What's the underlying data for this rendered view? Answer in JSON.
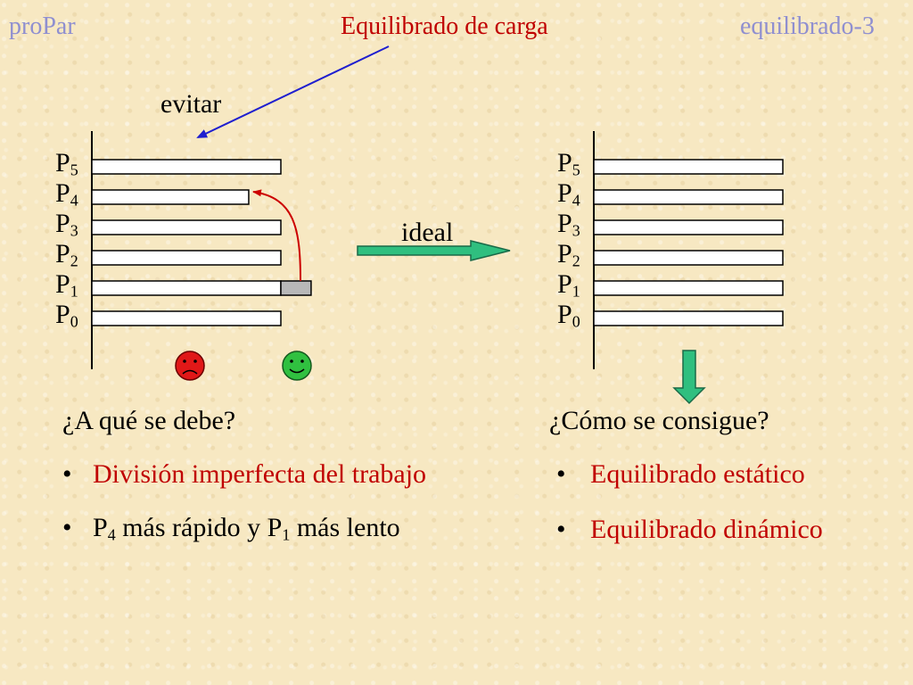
{
  "header": {
    "left": "proPar",
    "center": "Equilibrado de carga",
    "right": "equilibrado-3"
  },
  "diagram": {
    "avoid_label": "evitar",
    "ideal_label": "ideal",
    "left_processors": [
      {
        "base": "P",
        "sub": "5",
        "load": 1.0
      },
      {
        "base": "P",
        "sub": "4",
        "load": 0.83
      },
      {
        "base": "P",
        "sub": "3",
        "load": 1.0
      },
      {
        "base": "P",
        "sub": "2",
        "load": 1.0
      },
      {
        "base": "P",
        "sub": "1",
        "load": 1.16
      },
      {
        "base": "P",
        "sub": "0",
        "load": 1.0
      }
    ],
    "right_processors": [
      {
        "base": "P",
        "sub": "5",
        "load": 1.0
      },
      {
        "base": "P",
        "sub": "4",
        "load": 1.0
      },
      {
        "base": "P",
        "sub": "3",
        "load": 1.0
      },
      {
        "base": "P",
        "sub": "2",
        "load": 1.0
      },
      {
        "base": "P",
        "sub": "1",
        "load": 1.0
      },
      {
        "base": "P",
        "sub": "0",
        "load": 1.0
      }
    ],
    "colors": {
      "axis": "#000000",
      "bar_fill": "#ffffff",
      "excess_fill": "#b8b8b8",
      "arrow_green": "#2fbf7f",
      "arrow_blue": "#1f1fcf",
      "arrow_red": "#cc0000",
      "sad_face": "#e01818",
      "happy_face": "#30c040"
    }
  },
  "left_section": {
    "question": "¿A qué se debe?",
    "bullet1": "División imperfecta del trabajo",
    "bullet2_parts": [
      "P",
      "4",
      " más rápido y P",
      "1",
      " más lento"
    ]
  },
  "right_section": {
    "question": "¿Cómo se consigue?",
    "bullet1": "Equilibrado estático",
    "bullet2": "Equilibrado dinámico"
  },
  "bullet_symbol": "•"
}
